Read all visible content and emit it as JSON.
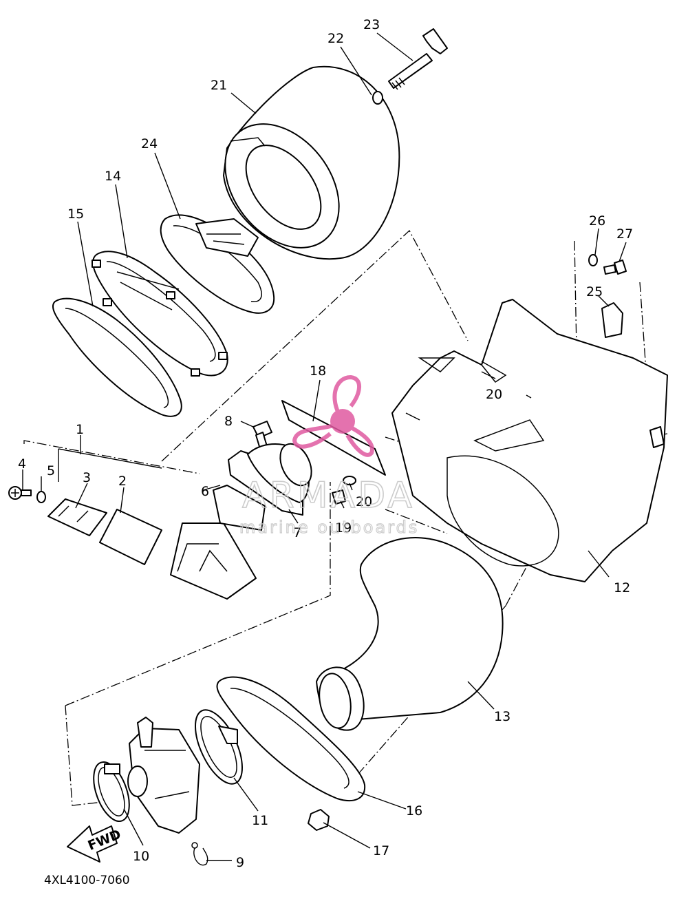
{
  "diagram": {
    "code": "4XL4100-7060",
    "fwd_label": "FWD",
    "watermark": {
      "title": "ARMADA",
      "subtitle": "marine outboards",
      "color": "#e05aa0"
    },
    "callouts": [
      "1",
      "2",
      "3",
      "4",
      "5",
      "6",
      "7",
      "8",
      "9",
      "10",
      "11",
      "12",
      "13",
      "14",
      "15",
      "16",
      "17",
      "18",
      "19",
      "20",
      "20",
      "21",
      "22",
      "23",
      "24",
      "25",
      "26",
      "27"
    ]
  }
}
